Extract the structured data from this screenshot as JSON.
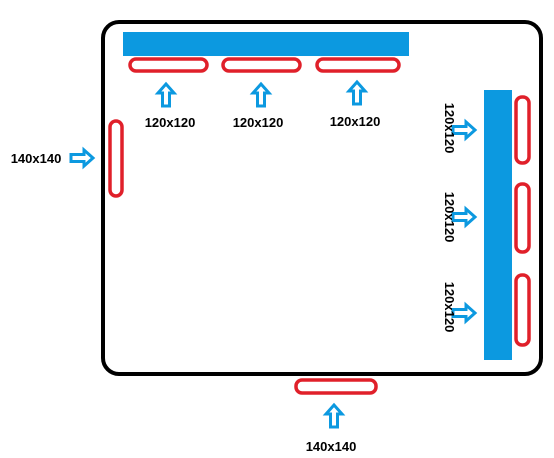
{
  "colors": {
    "case_outline": "#000000",
    "background": "#ffffff",
    "radiator": "#0C99E0",
    "fan": "#E0202A",
    "arrow": "#0C99E0",
    "text": "#000000"
  },
  "labels": {
    "top_fan_1": "120x120",
    "top_fan_2": "120x120",
    "top_fan_3": "120x120",
    "right_fan_1": "120x120",
    "right_fan_2": "120x120",
    "right_fan_3": "120x120",
    "front_fan": "140x140",
    "bottom_fan": "140x140"
  },
  "icons": {
    "airflow": "arrow-icon"
  }
}
